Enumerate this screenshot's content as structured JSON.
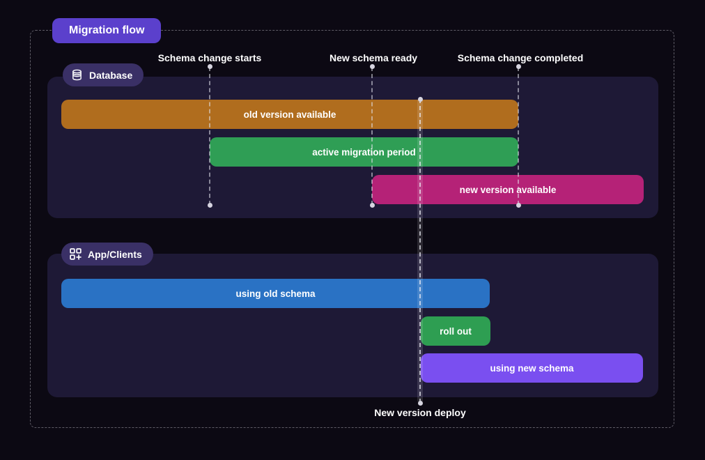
{
  "title": "Migration flow",
  "events": {
    "schema_change_starts": "Schema change starts",
    "new_schema_ready": "New schema ready",
    "schema_change_completed": "Schema change completed",
    "new_version_deploy": "New version deploy"
  },
  "lanes": {
    "database": {
      "label": "Database",
      "icon": "database-icon",
      "bars": {
        "old_version": {
          "label": "old version available",
          "color": "#b06d1e"
        },
        "active_migration": {
          "label": "active migration period",
          "color": "#2f9e55"
        },
        "new_version": {
          "label": "new version available",
          "color": "#b52277"
        }
      }
    },
    "app_clients": {
      "label": "App/Clients",
      "icon": "apps-plus-icon",
      "bars": {
        "using_old_schema": {
          "label": "using old schema",
          "color": "#2a72c4"
        },
        "roll_out": {
          "label": "roll out",
          "color": "#2e9e52"
        },
        "using_new_schema": {
          "label": "using new schema",
          "color": "#7a4ff0"
        }
      }
    }
  },
  "colors": {
    "background": "#0c0913",
    "panel": "#1e1936",
    "lane_pill": "#3a3066",
    "title_badge": "#5b40cc",
    "dashed_line": "#e1e1eb",
    "dot": "#d6d4e0"
  }
}
